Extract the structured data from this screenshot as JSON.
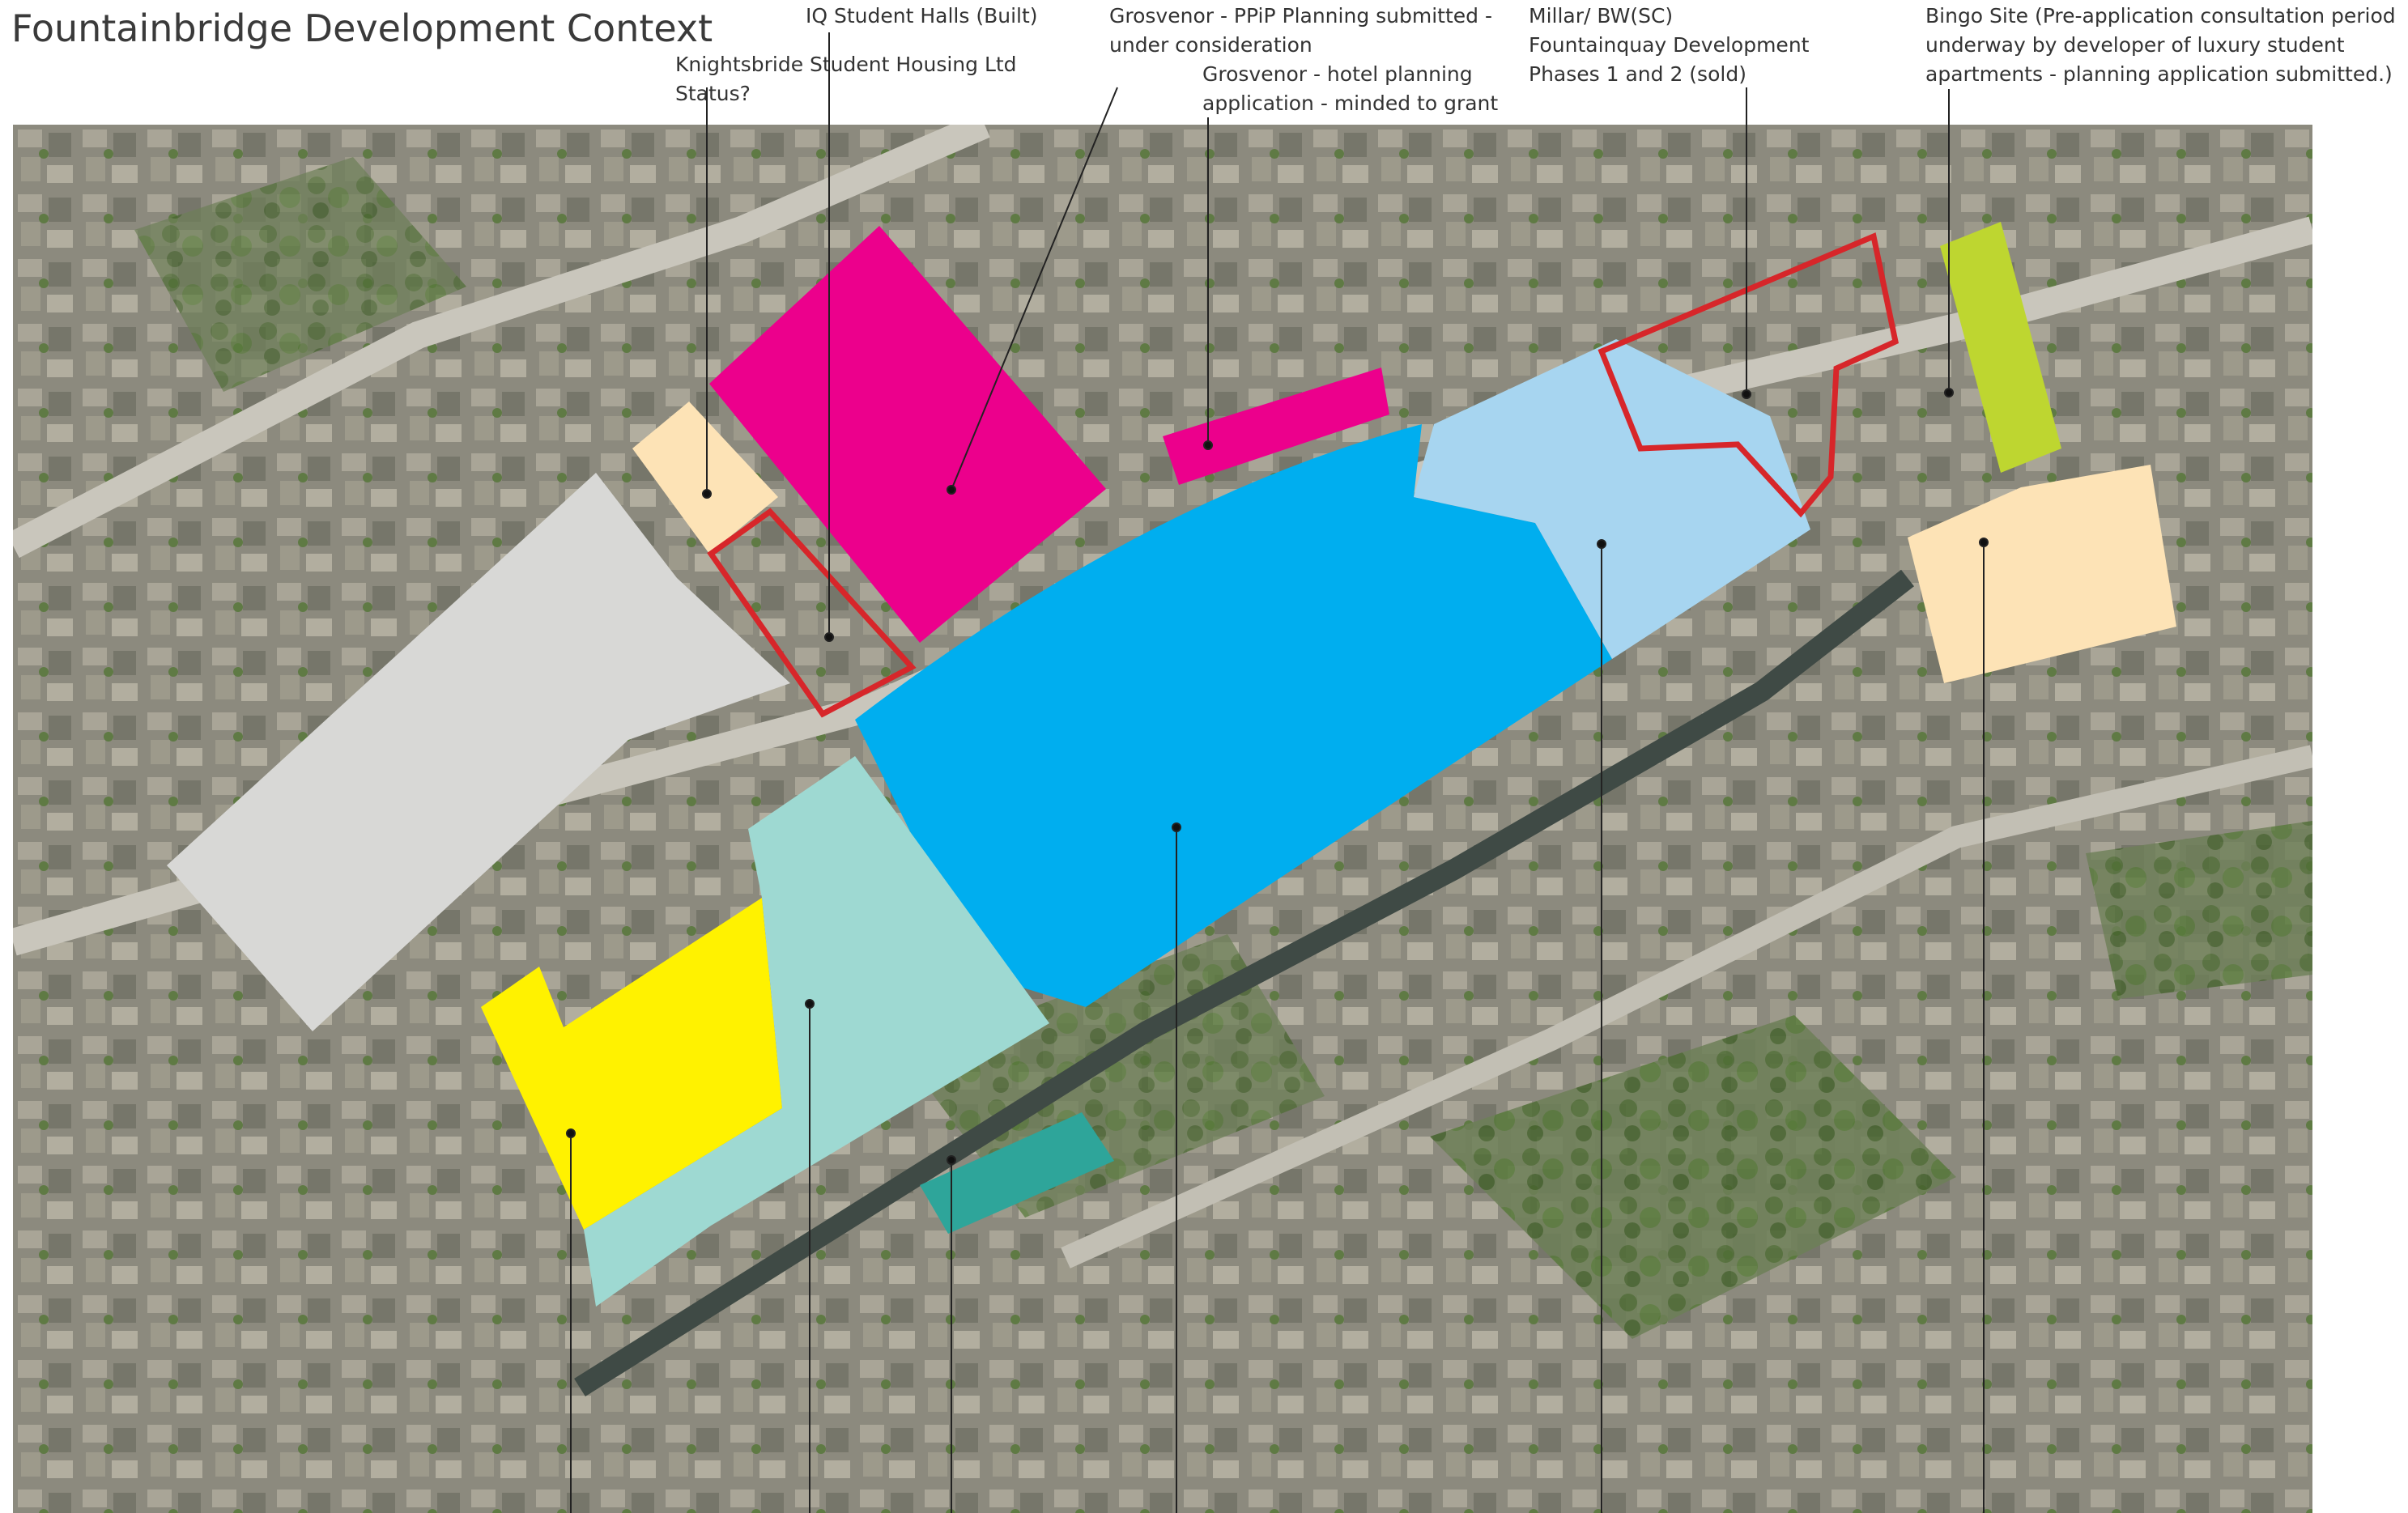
{
  "title": "Fountainbridge Development Context",
  "labels": {
    "iq": [
      "IQ Student Halls (Built)"
    ],
    "knightsbride": [
      "Knightsbride Student Housing Ltd",
      "Status?"
    ],
    "grosvenor_ppip": [
      "Grosvenor - PPiP Planning submitted -",
      "under consideration"
    ],
    "grosvenor_hotel": [
      "Grosvenor - hotel planning",
      "application - minded to grant"
    ],
    "millar": [
      "Millar/ BW(SC)",
      "Fountainquay Development",
      "Phases 1 and 2 (sold)"
    ],
    "bingo": [
      "Bingo Site (Pre-application consultation period",
      "underway by developer of luxury student",
      "apartments - planning application submitted.)"
    ]
  },
  "colors": {
    "magenta": "#ec008c",
    "cyan": "#00aeef",
    "light_blue": "#a7d5f0",
    "lime": "#bed630",
    "peach": "#fde3b6",
    "yellow": "#fff200",
    "mint": "#9ed9d2",
    "teal": "#2ea59a",
    "outline_red": "#d7262a"
  }
}
